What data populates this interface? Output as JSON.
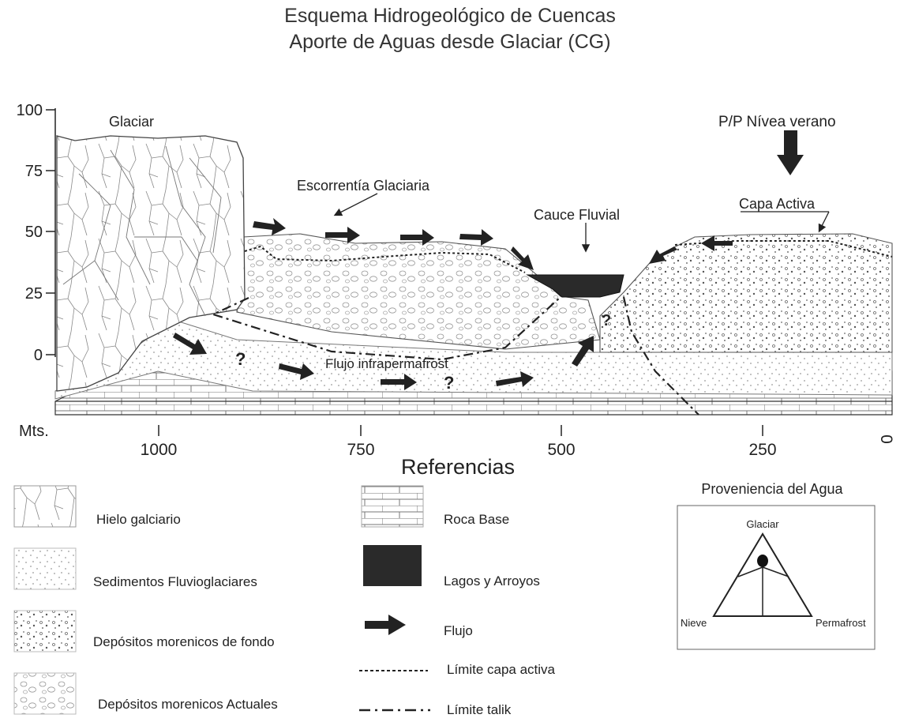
{
  "title": {
    "line1": "Esquema Hidrogeológico de Cuencas",
    "line2": "Aporte de Aguas desde Glaciar (CG)"
  },
  "axes": {
    "y_ticks": [
      "100",
      "75",
      "50",
      "25",
      "0"
    ],
    "x_unit": "Mts.",
    "x_ticks": [
      "1000",
      "750",
      "500",
      "250",
      "0"
    ]
  },
  "labels": {
    "glacier": "Glaciar",
    "snow_precip": "P/P Nívea verano",
    "runoff": "Escorrentía Glaciaria",
    "channel": "Cauce Fluvial",
    "active_layer": "Capa Activa",
    "subpermafrost_flow": "Flujo infrapermafrost",
    "unknown": "?"
  },
  "legend": {
    "title": "Referencias",
    "items": [
      {
        "name": "ice",
        "label": "Hielo galciario"
      },
      {
        "name": "fluvioglacial",
        "label": "Sedimentos Fluvioglaciares"
      },
      {
        "name": "basal-moraine",
        "label": "Depósitos morenicos de fondo"
      },
      {
        "name": "current-moraine",
        "label": "Depósitos morenicos Actuales"
      },
      {
        "name": "bedrock",
        "label": "Roca Base"
      },
      {
        "name": "lakes",
        "label": "Lagos y Arroyos"
      },
      {
        "name": "flow",
        "label": "Flujo"
      },
      {
        "name": "active-layer-limit",
        "label": "Límite capa activa"
      },
      {
        "name": "talik-limit",
        "label": "Límite talik"
      }
    ]
  },
  "ternary": {
    "title": "Proveniencia del Agua",
    "top": "Glaciar",
    "left": "Nieve",
    "right": "Permafrost"
  },
  "colors": {
    "ink": "#222222",
    "lake": "#2a2a2a",
    "background": "#ffffff"
  }
}
